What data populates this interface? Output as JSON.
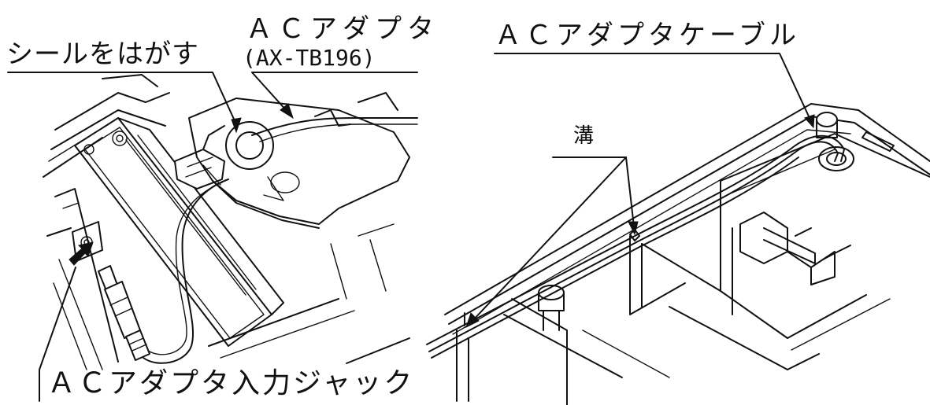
{
  "labels": {
    "peel_seal": "シールをはがす",
    "ac_adapter": "ＡＣアダプタ",
    "ac_adapter_model": "(AX-TB196)",
    "ac_adapter_cable": "ＡＣアダプタケーブル",
    "groove": "溝",
    "ac_adapter_input_jack": "ＡＣアダプタ入力ジャック"
  },
  "colors": {
    "line": "#111111",
    "background": "#ffffff"
  }
}
